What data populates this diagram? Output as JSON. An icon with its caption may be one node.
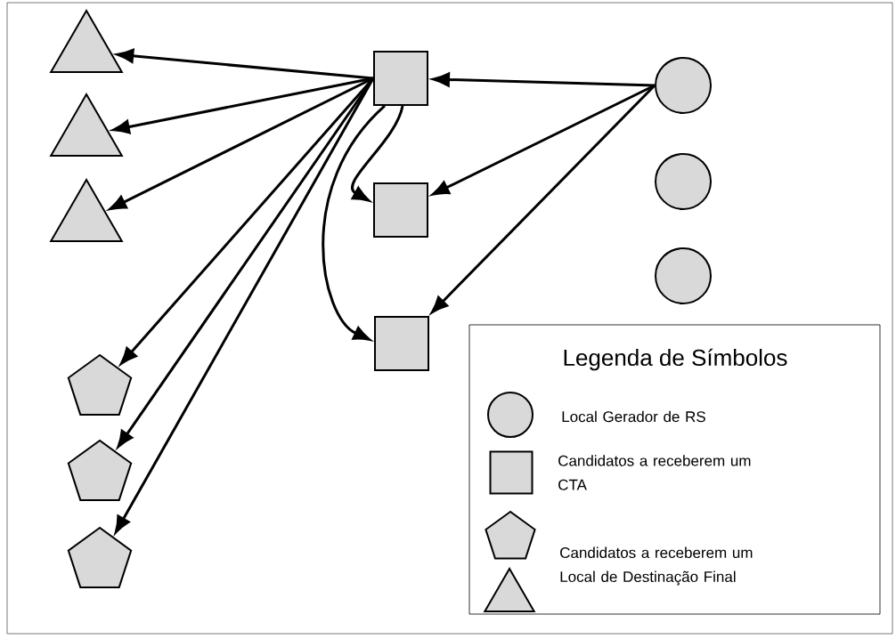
{
  "diagram": {
    "nodes": [
      {
        "text": [],
        "shape": "triangle"
      },
      {
        "text": [],
        "shape": "triangle"
      },
      {
        "text": [],
        "shape": "triangle"
      },
      {
        "text": [],
        "shape": "pentagon"
      },
      {
        "text": [],
        "shape": "pentagon"
      },
      {
        "text": [],
        "shape": "pentagon"
      },
      {
        "text": [],
        "shape": "square"
      },
      {
        "text": [],
        "shape": "square"
      },
      {
        "text": [],
        "shape": "square"
      },
      {
        "text": [],
        "shape": "circle"
      },
      {
        "text": [],
        "shape": "circle"
      },
      {
        "text": [],
        "shape": "circle"
      }
    ],
    "edges": [
      {
        "from": 9,
        "to": 6,
        "arrow": "to"
      },
      {
        "from": 9,
        "to": 7,
        "arrow": "to"
      },
      {
        "from": 9,
        "to": 8,
        "arrow": "to"
      },
      {
        "from": 6,
        "to": 0,
        "arrow": "to"
      },
      {
        "from": 6,
        "to": 1,
        "arrow": "to"
      },
      {
        "from": 6,
        "to": 2,
        "arrow": "to"
      },
      {
        "from": 6,
        "to": 3,
        "arrow": "to"
      },
      {
        "from": 6,
        "to": 4,
        "arrow": "to"
      },
      {
        "from": 6,
        "to": 5,
        "arrow": "to"
      },
      {
        "from": 6,
        "to": 7,
        "arrow": "to"
      },
      {
        "from": 6,
        "to": 8,
        "arrow": "to"
      }
    ],
    "labels": [
      "Legenda de Símbolos"
    ],
    "legend": [
      {
        "text": "Local Gerador de RS"
      },
      {
        "text": "Candidatos a receberem um CTA"
      },
      {
        "text": "Candidatos a receberem um Local de Destinação Final"
      }
    ]
  }
}
